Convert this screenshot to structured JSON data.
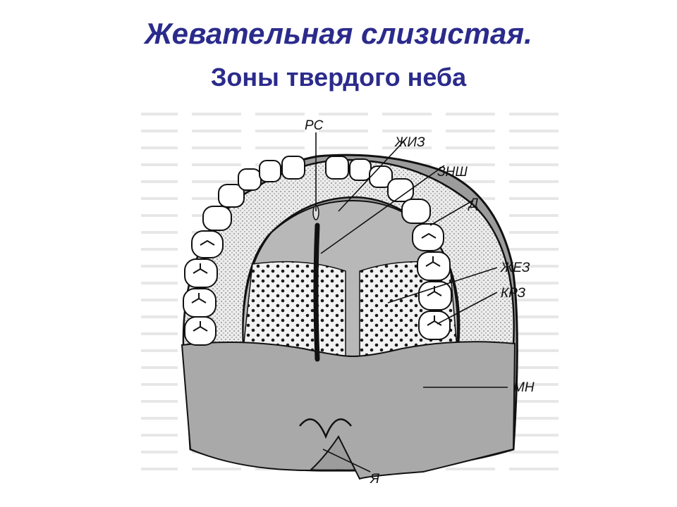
{
  "slide": {
    "title": "Жевательная слизистая.",
    "subtitle": "Зоны твердого неба"
  },
  "diagram": {
    "labels": {
      "rs": "РС",
      "zhiz": "ЖИЗ",
      "znsh": "ЗНШ",
      "d": "Д",
      "zhez": "ЖЕЗ",
      "krz": "КРЗ",
      "mn": "МН",
      "ya": "Я"
    }
  }
}
